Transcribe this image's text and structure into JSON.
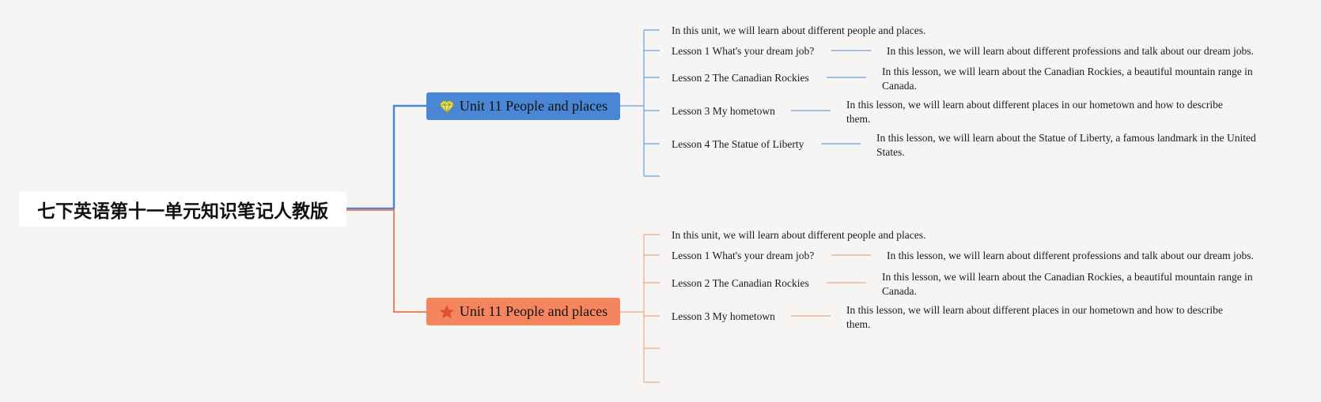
{
  "root": {
    "title": "七下英语第十一单元知识笔记人教版"
  },
  "branches": [
    {
      "topic": "Unit 11 People and places",
      "icon": "gem-icon",
      "color": "#4a86d6",
      "intro": "In this unit, we will learn about different people and places.",
      "lessons": [
        {
          "title": "Lesson 1 What's your dream job?",
          "desc": "In this lesson, we will learn about different professions and talk about our dream jobs."
        },
        {
          "title": "Lesson 2 The Canadian Rockies",
          "desc": "In this lesson, we will learn about the Canadian Rockies, a beautiful mountain range in Canada."
        },
        {
          "title": "Lesson 3 My hometown",
          "desc": "In this lesson, we will learn about different places in our hometown and how to describe them."
        },
        {
          "title": "Lesson 4 The Statue of Liberty",
          "desc": "In this lesson, we will learn about the Statue of Liberty, a famous landmark in the United States."
        }
      ]
    },
    {
      "topic": "Unit 11 People and places",
      "icon": "star-icon",
      "color": "#f5855f",
      "intro": "In this unit, we will learn about different people and places.",
      "lessons": [
        {
          "title": "Lesson 1 What's your dream job?",
          "desc": "In this lesson, we will learn about different professions and talk about our dream jobs."
        },
        {
          "title": "Lesson 2 The Canadian Rockies",
          "desc": "In this lesson, we will learn about the Canadian Rockies, a beautiful mountain range in Canada."
        },
        {
          "title": "Lesson 3 My hometown",
          "desc": "In this lesson, we will learn about different places in our hometown and how to describe them."
        }
      ]
    }
  ]
}
